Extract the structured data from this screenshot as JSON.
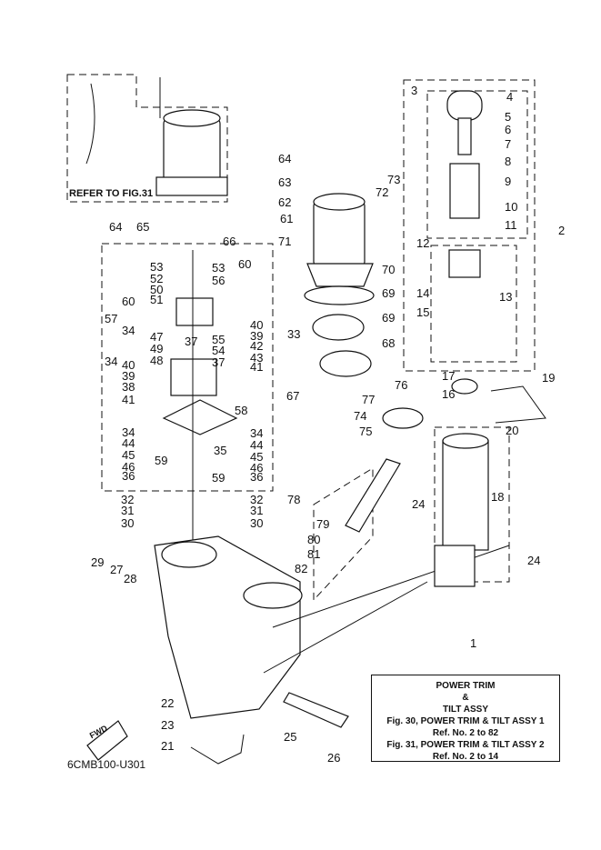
{
  "refer_label": "REFER TO FIG.31",
  "legend": {
    "lines": [
      "POWER TRIM",
      "&",
      "TILT ASSY",
      "Fig. 30, POWER TRIM & TILT ASSY 1",
      "Ref. No. 2 to 82",
      "Fig. 31, POWER TRIM & TILT ASSY 2",
      "Ref. No. 2 to 14"
    ]
  },
  "drawing_code": "6CMB100-U301",
  "fwd_label": "FWD",
  "callouts": [
    "1",
    "2",
    "3",
    "4",
    "5",
    "6",
    "7",
    "8",
    "9",
    "10",
    "11",
    "12",
    "13",
    "14",
    "15",
    "16",
    "17",
    "18",
    "19",
    "20",
    "21",
    "22",
    "23",
    "24",
    "24",
    "25",
    "26",
    "27",
    "28",
    "29",
    "30",
    "30",
    "31",
    "31",
    "32",
    "32",
    "33",
    "34",
    "34",
    "34",
    "34",
    "35",
    "36",
    "36",
    "37",
    "37",
    "38",
    "39",
    "39",
    "40",
    "40",
    "41",
    "41",
    "42",
    "43",
    "44",
    "44",
    "45",
    "45",
    "46",
    "46",
    "47",
    "48",
    "49",
    "50",
    "51",
    "52",
    "53",
    "53",
    "54",
    "55",
    "56",
    "57",
    "58",
    "59",
    "59",
    "60",
    "60",
    "61",
    "62",
    "63",
    "64",
    "64",
    "65",
    "66",
    "67",
    "68",
    "69",
    "69",
    "70",
    "71",
    "72",
    "73",
    "74",
    "75",
    "76",
    "77",
    "78",
    "79",
    "80",
    "81",
    "82"
  ]
}
